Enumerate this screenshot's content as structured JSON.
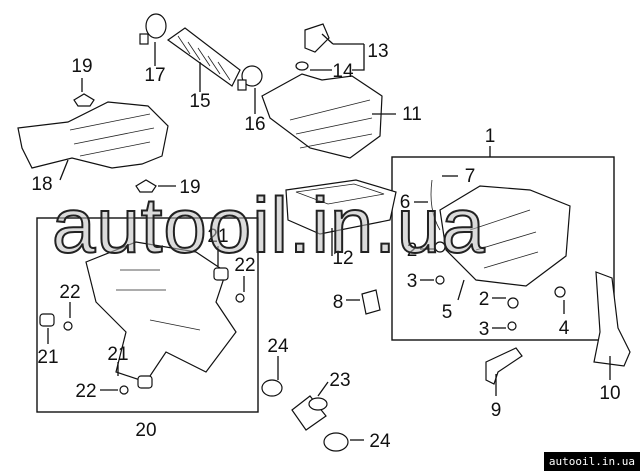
{
  "diagram": {
    "callouts": [
      "19",
      "17",
      "15",
      "16",
      "13",
      "14",
      "11",
      "1",
      "7",
      "6",
      "18",
      "19",
      "12",
      "2",
      "3",
      "5",
      "2",
      "3",
      "4",
      "8",
      "21",
      "22",
      "22",
      "21",
      "21",
      "22",
      "20",
      "24",
      "23",
      "24",
      "9",
      "10"
    ]
  },
  "watermark": "autooil.in.ua",
  "badge": "autooil.in.ua"
}
